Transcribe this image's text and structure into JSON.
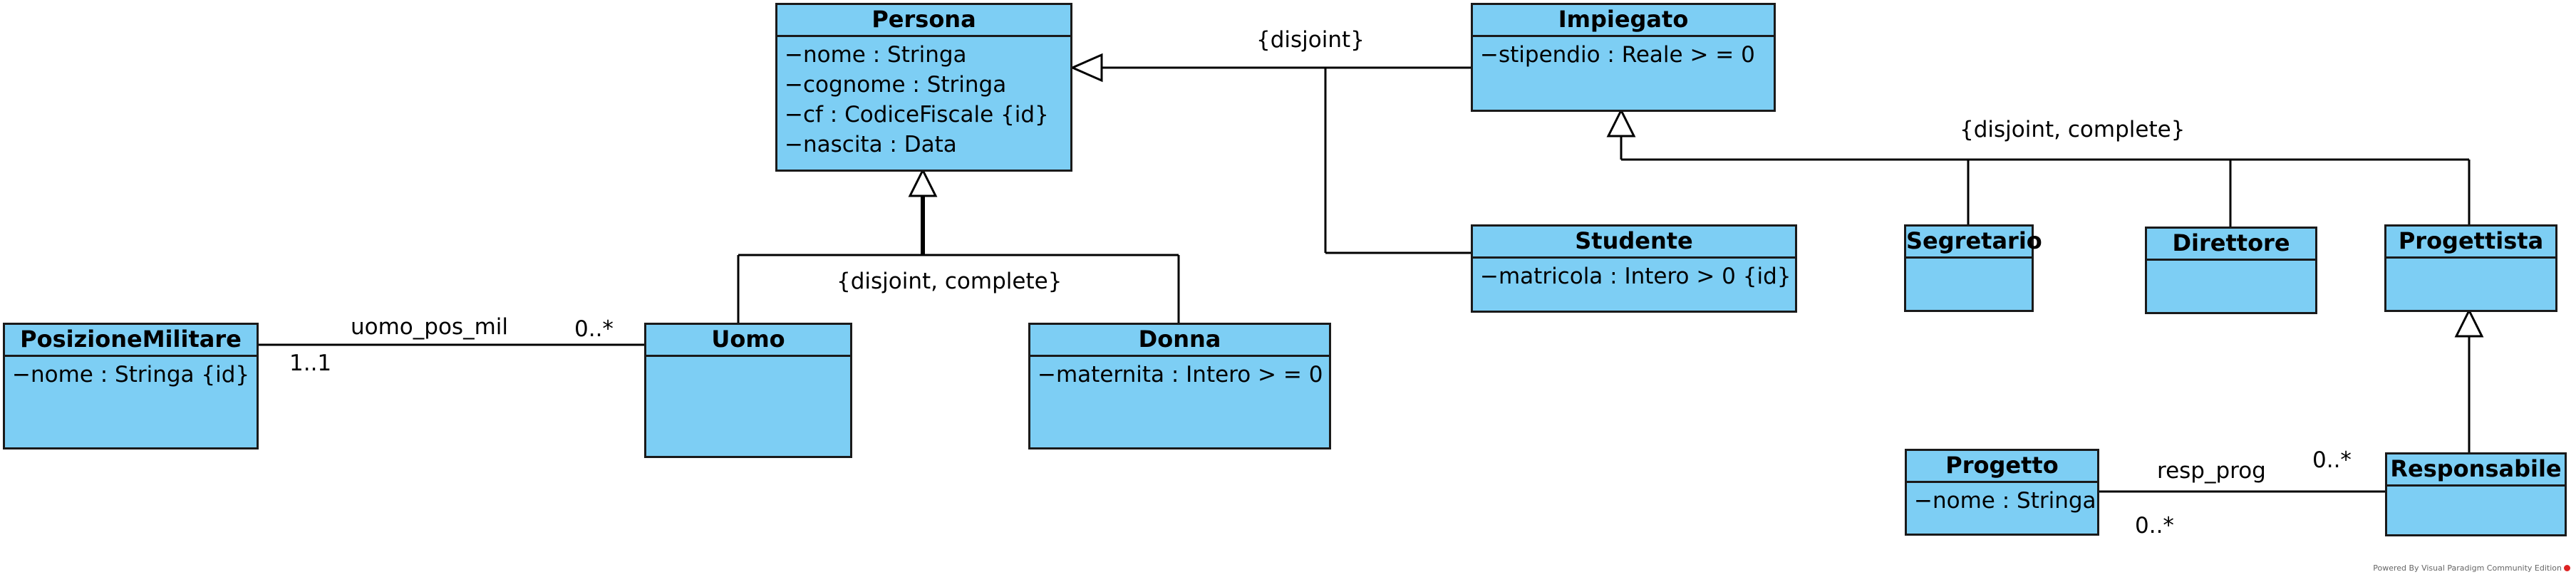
{
  "classes": {
    "persona": {
      "name": "Persona",
      "attributes": [
        "−nome : Stringa",
        "−cognome : Stringa",
        "−cf : CodiceFiscale {id}",
        "−nascita : Data"
      ]
    },
    "impiegato": {
      "name": "Impiegato",
      "attributes": [
        "−stipendio : Reale > = 0"
      ]
    },
    "studente": {
      "name": "Studente",
      "attributes": [
        "−matricola : Intero > 0 {id}"
      ]
    },
    "segretario": {
      "name": "Segretario",
      "attributes": []
    },
    "direttore": {
      "name": "Direttore",
      "attributes": []
    },
    "progettista": {
      "name": "Progettista",
      "attributes": []
    },
    "posizione_militare": {
      "name": "PosizioneMilitare",
      "attributes": [
        "−nome : Stringa {id}"
      ]
    },
    "uomo": {
      "name": "Uomo",
      "attributes": []
    },
    "donna": {
      "name": "Donna",
      "attributes": [
        "−maternita : Intero > = 0"
      ]
    },
    "progetto": {
      "name": "Progetto",
      "attributes": [
        "−nome : Stringa"
      ]
    },
    "responsabile": {
      "name": "Responsabile",
      "attributes": []
    }
  },
  "labels": {
    "gen_persona_occupation": "{disjoint}",
    "gen_impiegato_roles": "{disjoint, complete}",
    "gen_persona_gender": "{disjoint, complete}",
    "assoc_uomo_pos_mil": "uomo_pos_mil",
    "mult_pos_mil_side": "1..1",
    "mult_uomo_side": "0..*",
    "assoc_resp_prog": "resp_prog",
    "mult_progetto_side": "0..*",
    "mult_responsabile_side": "0..*"
  },
  "watermark": "Powered By Visual Paradigm Community Edition",
  "colors": {
    "class_fill": "#7dcef4",
    "class_border": "#1a1a1a",
    "watermark_logo": "#d22222"
  }
}
